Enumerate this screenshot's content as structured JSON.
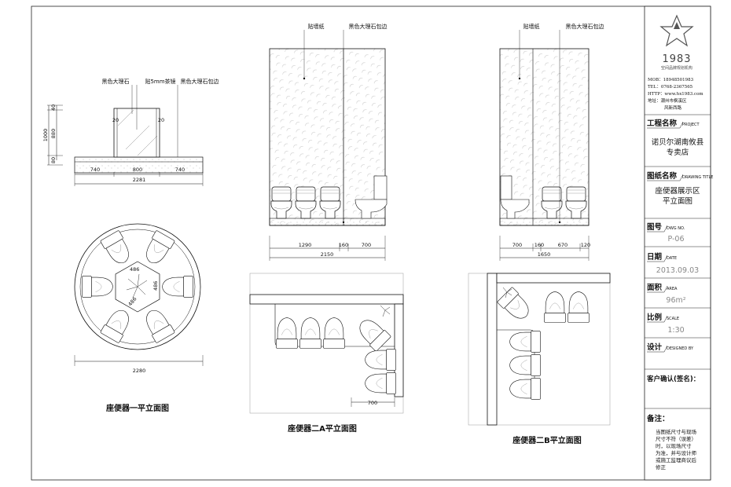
{
  "views": {
    "elev1": {
      "title": "座便器一平立面图",
      "labels": [
        "黑色大理石",
        "贴5mm茶镜",
        "黑色大理石包边"
      ],
      "vdims": [
        "40",
        "880",
        "1000",
        "80"
      ],
      "small_dims": [
        "20",
        "20"
      ],
      "hdims": [
        "740",
        "800",
        "740"
      ],
      "total": "2281"
    },
    "plan1": {
      "dims": [
        "486",
        "486",
        "486"
      ],
      "total": "2280"
    },
    "elev2a": {
      "title": "座便器二A平立面图",
      "labels": [
        "贴墙纸",
        "黑色大理石包边"
      ],
      "hdims": [
        "1290",
        "160",
        "700"
      ],
      "total": "2150",
      "plan_dim": "700"
    },
    "elev2b": {
      "title": "座便器二B平立面图",
      "labels": [
        "贴墙纸",
        "黑色大理石包边"
      ],
      "hdims": [
        "700",
        "160",
        "670",
        "120"
      ],
      "total": "1650"
    }
  },
  "title_block": {
    "logo_text": "1983",
    "logo_sub": "空间品牌规划机构",
    "contact": [
      "MOB：18948501983",
      "TEL：0768-2367565",
      "HTTP：www.hx1983.com",
      "地址：潮州市枫溪区",
      "风新西路"
    ],
    "project_label": "工程名称",
    "project_sub": "PROJECT",
    "project_value": [
      "诺贝尔湖南攸县",
      "专卖店"
    ],
    "drawing_label": "图纸名称",
    "drawing_sub": "DRAWING TITLE",
    "drawing_value": [
      "座便器展示区",
      "平立面图"
    ],
    "number_label": "图号",
    "number_sub": "DWG NO.",
    "number_value": "P-06",
    "date_label": "日期",
    "date_sub": "DATE",
    "date_value": "2013.09.03",
    "area_label": "面积",
    "area_sub": "AREA",
    "area_value": "96m²",
    "scale_label": "比例",
    "scale_sub": "SCALE",
    "scale_value": "1:30",
    "design_label": "设计",
    "design_sub": "DESIGNED BY",
    "client_label": "客户确认(签名)：",
    "notes_label": "备注：",
    "notes": [
      "当图纸尺寸与现场",
      "尺寸不符（误差）",
      "时，以现场尺寸",
      "为准，并与设计师",
      "或施工监理商议后",
      "修正"
    ]
  }
}
